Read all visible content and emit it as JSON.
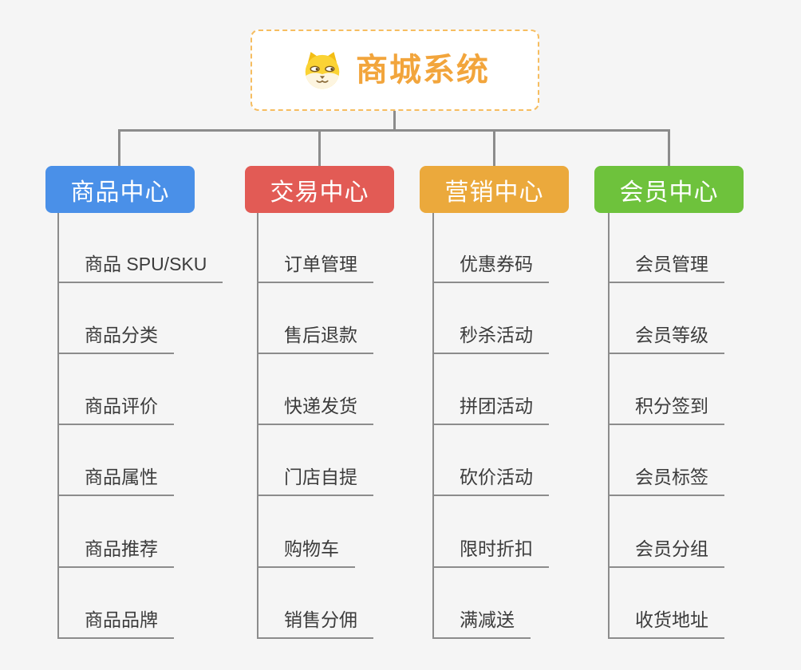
{
  "root": {
    "title": "商城系统",
    "icon": "dog-face-icon",
    "title_color": "#f2a53c",
    "border_color": "#f6bd60"
  },
  "connector_color": "#8c8c8c",
  "background_color": "#f5f5f5",
  "branches": [
    {
      "label": "商品中心",
      "color": "#4a90e8",
      "children": [
        "商品 SPU/SKU",
        "商品分类",
        "商品评价",
        "商品属性",
        "商品推荐",
        "商品品牌"
      ]
    },
    {
      "label": "交易中心",
      "color": "#e25b55",
      "children": [
        "订单管理",
        "售后退款",
        "快递发货",
        "门店自提",
        "购物车",
        "销售分佣"
      ]
    },
    {
      "label": "营销中心",
      "color": "#eba93c",
      "children": [
        "优惠券码",
        "秒杀活动",
        "拼团活动",
        "砍价活动",
        "限时折扣",
        "满减送"
      ]
    },
    {
      "label": "会员中心",
      "color": "#6ec23c",
      "children": [
        "会员管理",
        "会员等级",
        "积分签到",
        "会员标签",
        "会员分组",
        "收货地址"
      ]
    }
  ]
}
